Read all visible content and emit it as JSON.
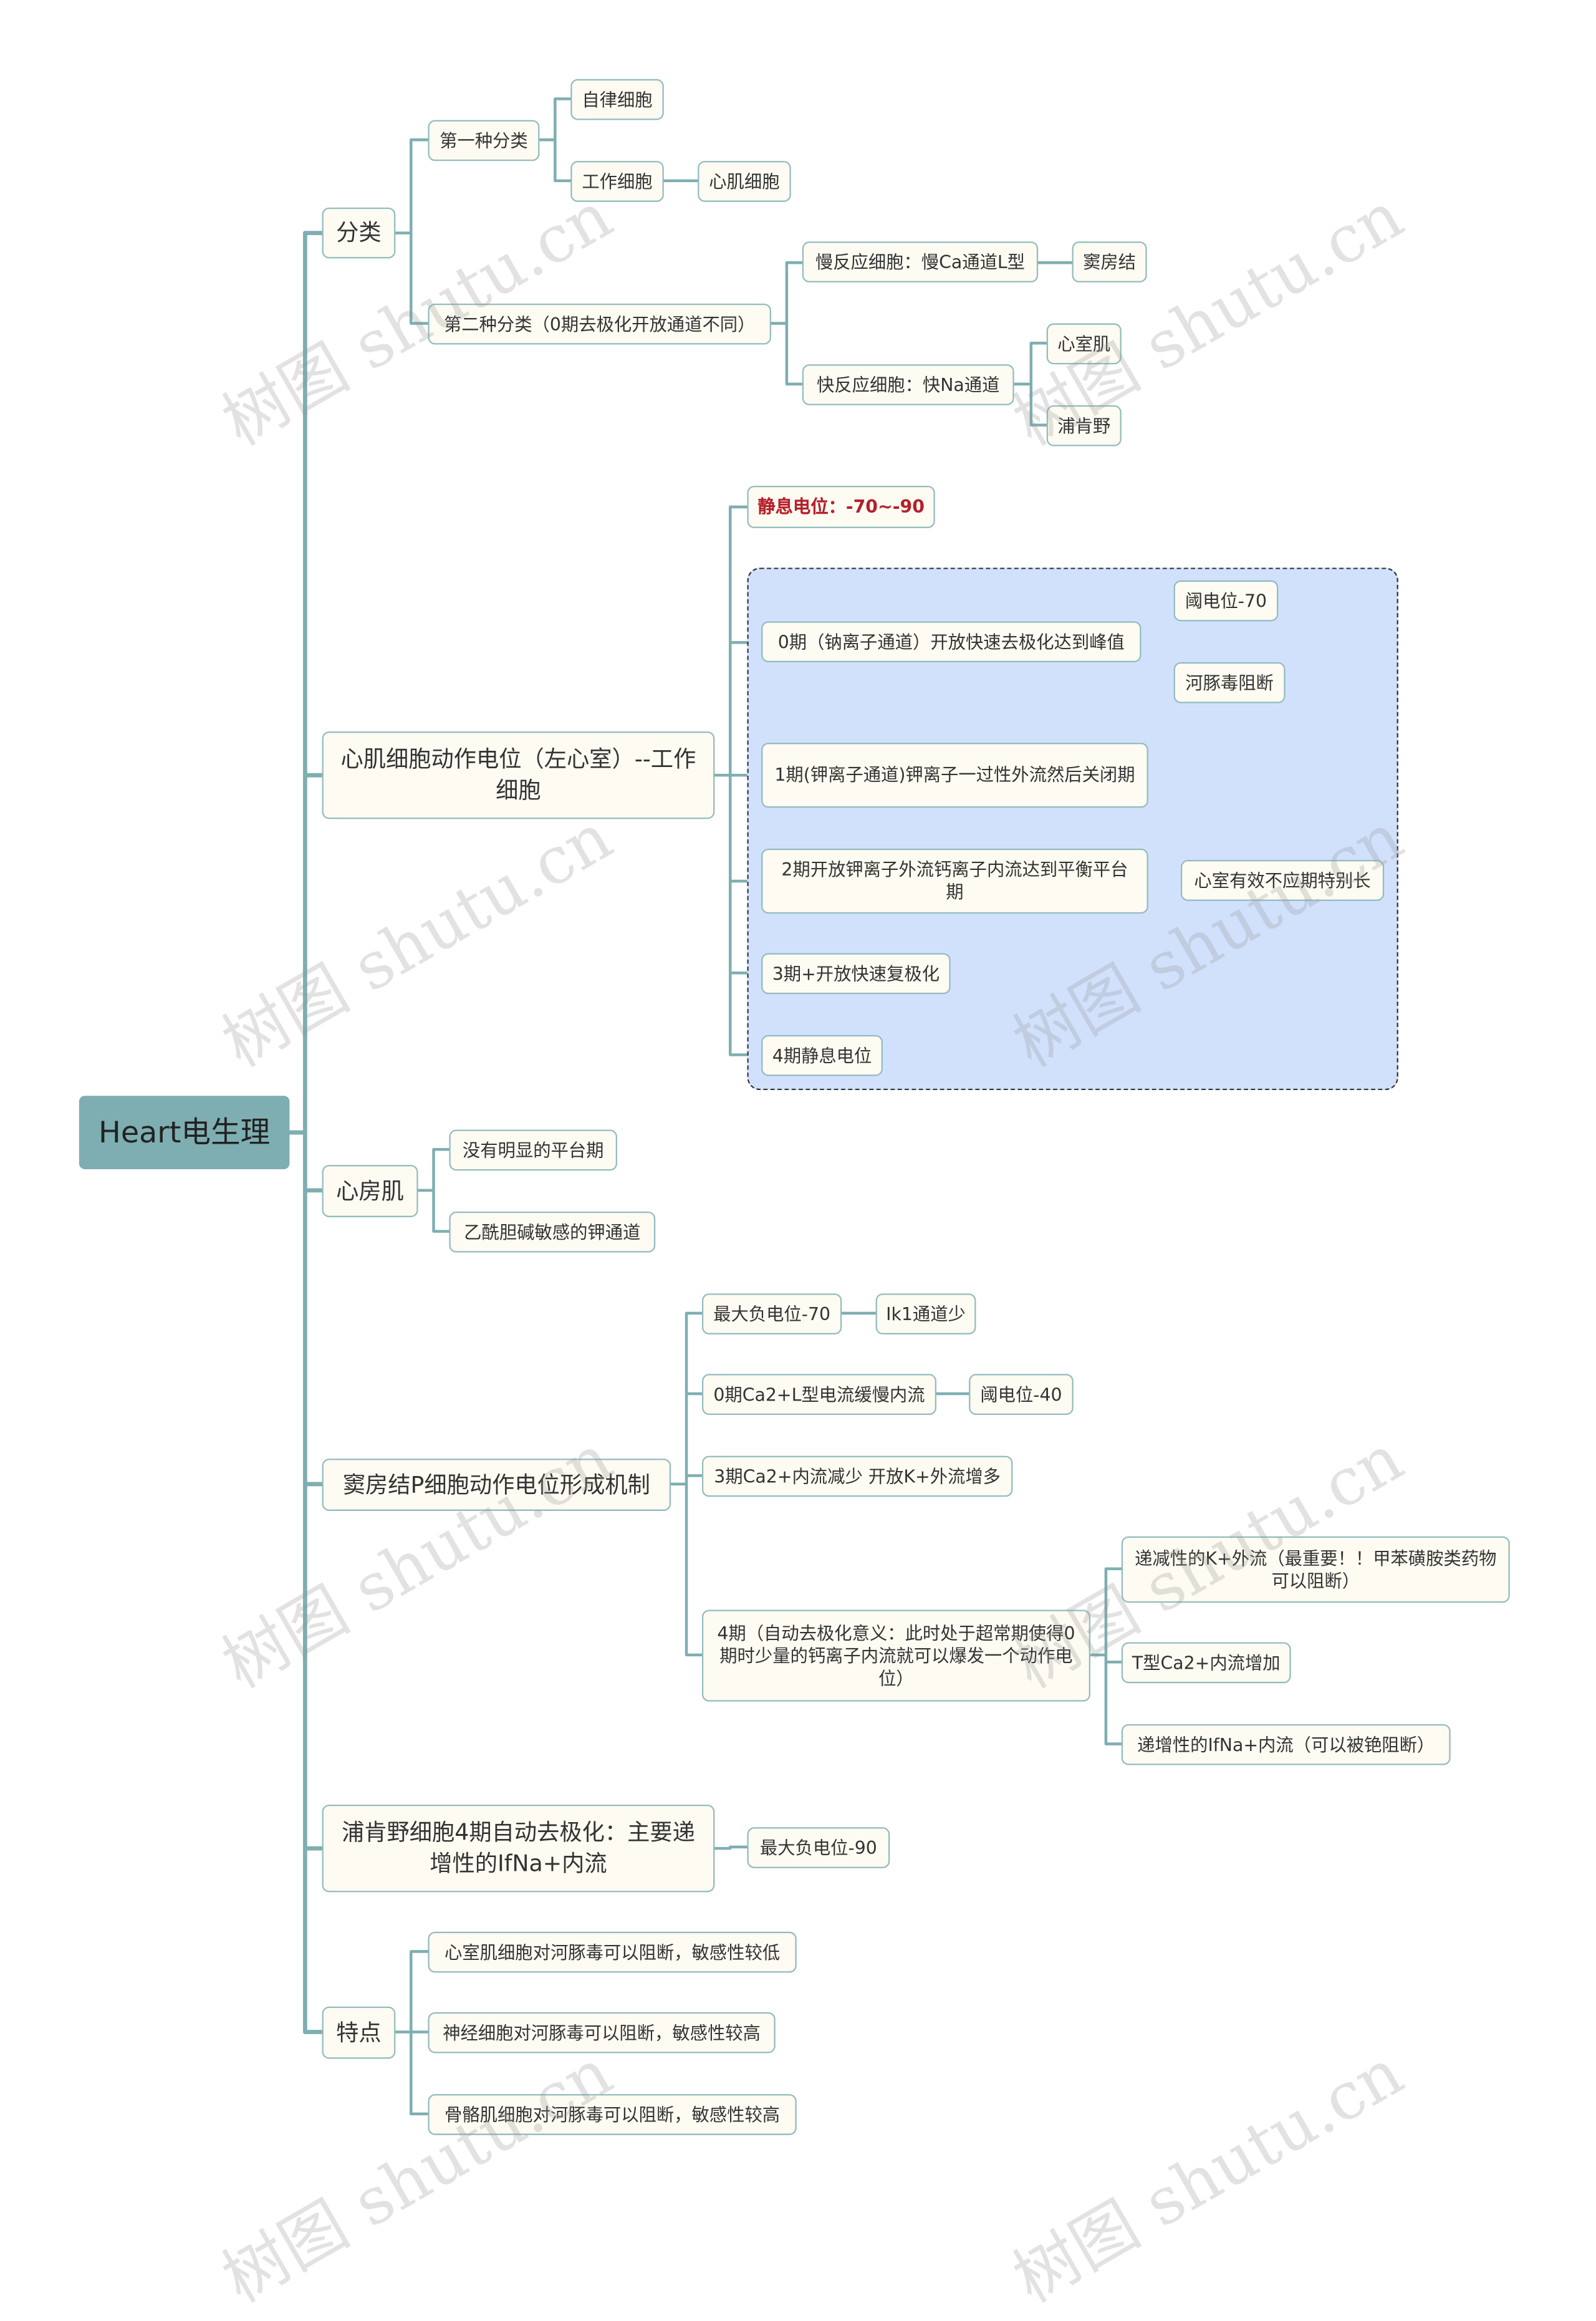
{
  "root": "Heart电生理",
  "c1": {
    "label": "分类",
    "a": {
      "label": "第一种分类",
      "x1": "自律细胞",
      "x2": "工作细胞",
      "x2a": "心肌细胞"
    },
    "b": {
      "label": "第二种分类（0期去极化开放通道不同）",
      "x1": "慢反应细胞：慢Ca通道L型",
      "x1a": "窦房结",
      "x2": "快反应细胞：快Na通道",
      "x2a": "心室肌",
      "x2b": "浦肯野"
    }
  },
  "c2": {
    "label": "心肌细胞动作电位（左心室）--工作细胞",
    "rest": "静息电位：-70~-90",
    "p0": "0期（钠离子通道）开放快速去极化达到峰值",
    "p0a": "阈电位-70",
    "p0b": "河豚毒阻断",
    "p1": "1期(钾离子通道)钾离子一过性外流然后关闭期",
    "p2": "2期开放钾离子外流钙离子内流达到平衡平台期",
    "p2a": "心室有效不应期特别长",
    "p3": "3期+开放快速复极化",
    "p4": "4期静息电位"
  },
  "c3": {
    "label": "心房肌",
    "a": "没有明显的平台期",
    "b": "乙酰胆碱敏感的钾通道"
  },
  "c4": {
    "label": "窦房结P细胞动作电位形成机制",
    "a": "最大负电位-70",
    "a1": "Ik1通道少",
    "b": "0期Ca2+L型电流缓慢内流",
    "b1": "阈电位-40",
    "c": "3期Ca2+内流减少 开放K+外流增多",
    "d": "4期（自动去极化意义：此时处于超常期使得0期时少量的钙离子内流就可以爆发一个动作电位）",
    "d1": "递减性的K+外流（最重要！！甲苯磺胺类药物可以阻断）",
    "d2": "T型Ca2+内流增加",
    "d3": "递增性的IfNa+内流（可以被铯阻断）"
  },
  "c5": {
    "label": "浦肯野细胞4期自动去极化：主要递增性的IfNa+内流",
    "a": "最大负电位-90"
  },
  "c6": {
    "label": "特点",
    "a": "心室肌细胞对河豚毒可以阻断，敏感性较低",
    "b": "神经细胞对河豚毒可以阻断，敏感性较高",
    "c": "骨骼肌细胞对河豚毒可以阻断，敏感性较高"
  },
  "watermark": "树图 shutu.cn",
  "colors": {
    "line": "#7eaeb2",
    "node_bg": "#fdfbf2",
    "node_border": "#93bcbf",
    "root_bg": "#7eaeb2",
    "group_bg": "#d1e1fc",
    "highlight_text": "#b5202a"
  }
}
